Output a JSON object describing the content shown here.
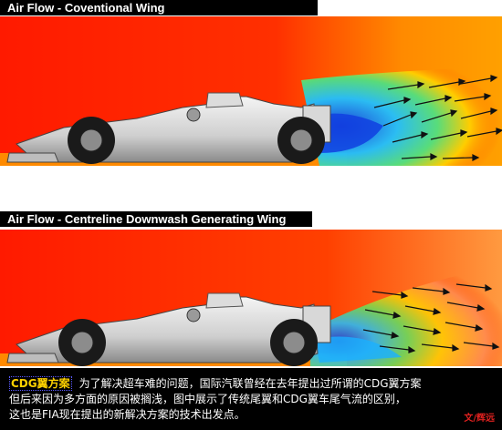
{
  "panels": [
    {
      "label": "Air Flow - Coventional Wing"
    },
    {
      "label": "Air Flow - Centreline Downwash Generating Wing"
    }
  ],
  "caption": {
    "tag": "CDG翼方案",
    "line1": "为了解决超车难的问题，国际汽联曾经在去年提出过所谓的CDG翼方案",
    "line2": "但后来因为多方面的原因被搁浅，图中展示了传统尾翼和CDG翼车尾气流的区别，",
    "line3": "这也是FIA现在提出的新解决方案的技术出发点。"
  },
  "watermark": "文/辉远",
  "colors": {
    "free_stream": "#ff1a00",
    "wake_core": "#1040e0",
    "wake_edge": "#ffd000",
    "background": "#ffffff",
    "label_bar": "#000000",
    "caption_tag": "#ffd200"
  },
  "icons": [
    "f1-car",
    "flow-arrow"
  ]
}
